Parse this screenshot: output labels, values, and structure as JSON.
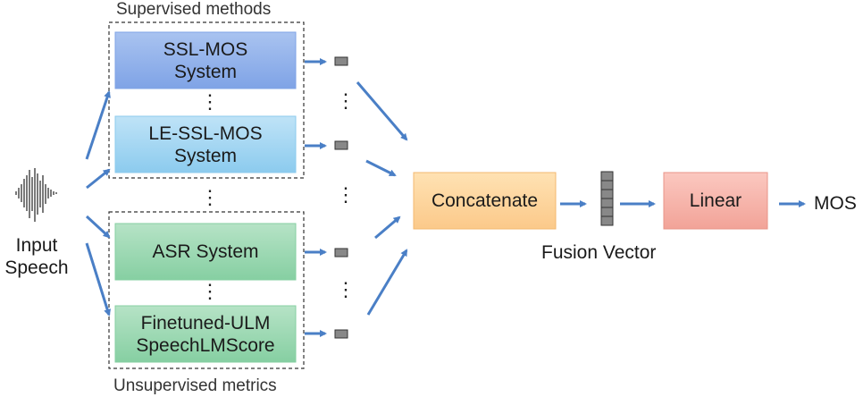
{
  "input": {
    "line1": "Input",
    "line2": "Speech"
  },
  "groups": {
    "supervised": "Supervised methods",
    "unsupervised": "Unsupervised metrics"
  },
  "systems": [
    {
      "line1": "SSL-MOS",
      "line2": "System"
    },
    {
      "line1": "LE-SSL-MOS",
      "line2": "System"
    },
    {
      "line1": "ASR System",
      "line2": ""
    },
    {
      "line1": "Finetuned-ULM",
      "line2": "SpeechLMScore"
    }
  ],
  "concatenate": "Concatenate",
  "fusion_vector": "Fusion Vector",
  "linear": "Linear",
  "output": "MOS",
  "ellipsis": "⋮",
  "colors": {
    "supervised_box_top": "#a9c3f0",
    "supervised_box_bottom": "#7fa3e6",
    "le_box_top": "#bfe3f7",
    "le_box_bottom": "#8ccbee",
    "unsup_box_top": "#b6e3c6",
    "unsup_box_bottom": "#86cfa2",
    "concat_top": "#ffe2b3",
    "concat_bottom": "#fbc98a",
    "linear_top": "#fbc8c0",
    "linear_bottom": "#f2a398",
    "arrow": "#4a7fc6",
    "vector_cell": "#888888"
  }
}
